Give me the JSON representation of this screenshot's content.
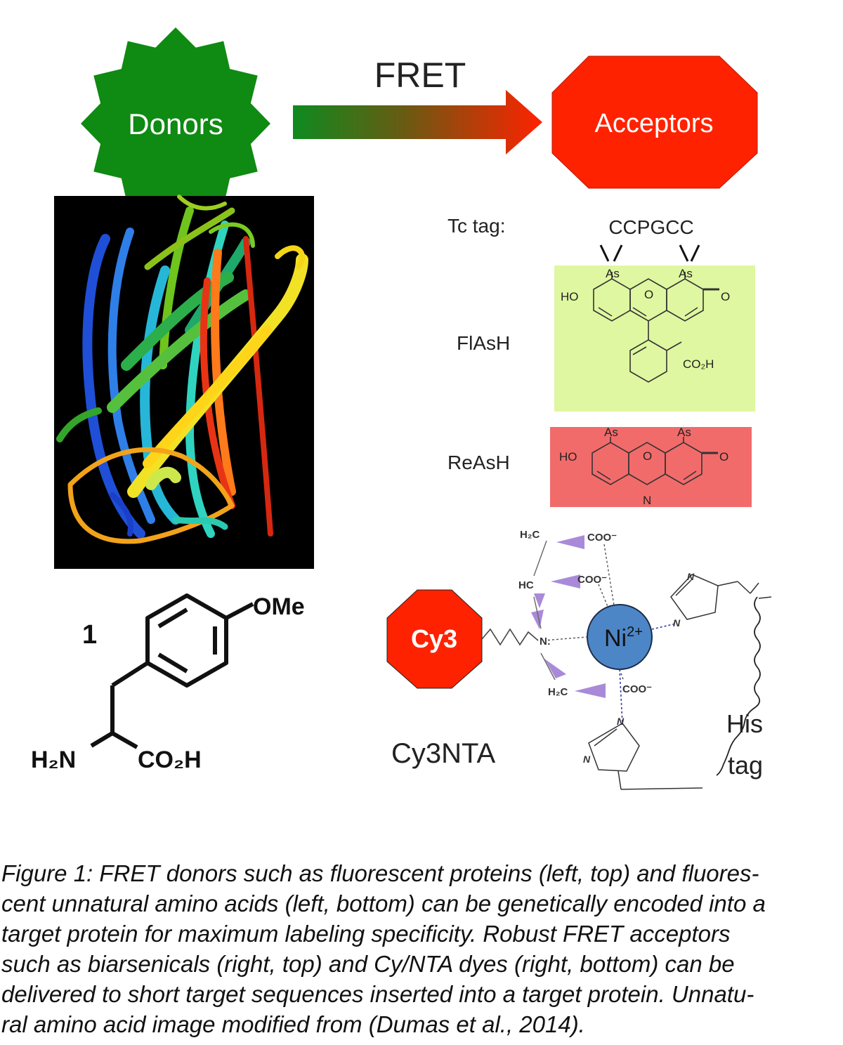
{
  "header": {
    "donors_label": "Donors",
    "fret_label": "FRET",
    "acceptors_label": "Acceptors"
  },
  "tags": {
    "tc_tag_label": "Tc tag:",
    "tc_tag_sequence": "CCPGCC",
    "flash_label": "FlAsH",
    "reash_label": "ReAsH"
  },
  "flash_structure": {
    "as_left": "As",
    "as_right": "As",
    "ho": "HO",
    "o_ring": "O",
    "o_keto": "O",
    "co2h": "CO₂H"
  },
  "reash_structure": {
    "as_left": "As",
    "as_right": "As",
    "ho": "HO",
    "o_ring": "O",
    "o_keto": "O",
    "n_ring": "N"
  },
  "amino_acid": {
    "compound_number": "1",
    "ome": "OMe",
    "h2n": "H₂N",
    "co2h": "CO₂H"
  },
  "cy3nta": {
    "cy3_label": "Cy3",
    "name_label": "Cy3NTA",
    "ni_label": "Ni",
    "ni_charge": "2+",
    "n_label": "N:",
    "h2c_top": "H₂C",
    "hc": "HC",
    "h2c_bottom": "H₂C",
    "coo_1": "COO⁻",
    "coo_2": "COO⁻",
    "coo_3": "COO⁻",
    "his_label": "His",
    "tag_label": "tag",
    "imid_n1": "N",
    "imid_n2": "N",
    "imid_n3": "N",
    "imid_n4": "N"
  },
  "caption": {
    "lines": [
      "Figure 1: FRET donors such as fluorescent proteins (left, top) and fluores-",
      "cent unnatural amino acids (left, bottom) can be genetically encoded into a",
      "target protein for maximum labeling specificity.  Robust FRET acceptors",
      "such as biarsenicals (right, top) and Cy/NTA dyes (right, bottom) can be",
      "delivered to short target sequences inserted into a target protein. Unnatu-",
      "ral amino acid image modified from (Dumas et al., 2014)."
    ]
  },
  "colors": {
    "donor_green": "#0f8a12",
    "acceptor_red": "#ff2200",
    "flash_bg": "#dff7a0",
    "reash_bg": "#f26b6b",
    "ni_blue": "#4d86c6",
    "wedge_purple": "#a98ad8"
  }
}
